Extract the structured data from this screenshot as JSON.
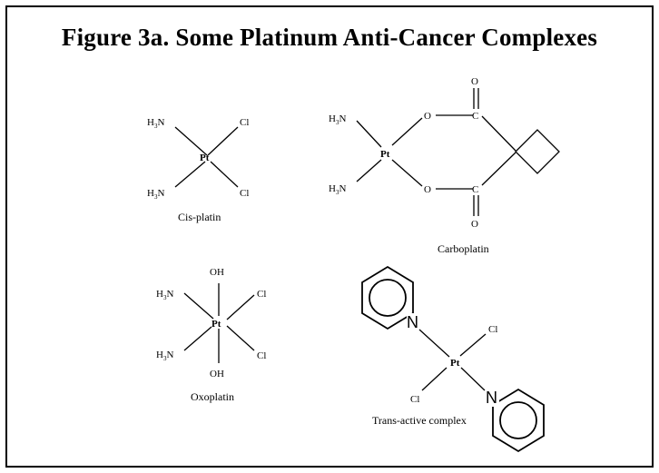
{
  "title": "Figure 3a. Some Platinum Anti-Cancer Complexes",
  "atoms": {
    "pt": "Pt",
    "cl": "Cl",
    "oh": "OH",
    "o": "O",
    "c": "C",
    "n": "N",
    "h": "H",
    "sub3": "3",
    "nh3_n": "N"
  },
  "captions": {
    "cisplatin": "Cis-platin",
    "carboplatin": "Carboplatin",
    "oxoplatin": "Oxoplatin",
    "trans_active": "Trans-active complex"
  }
}
